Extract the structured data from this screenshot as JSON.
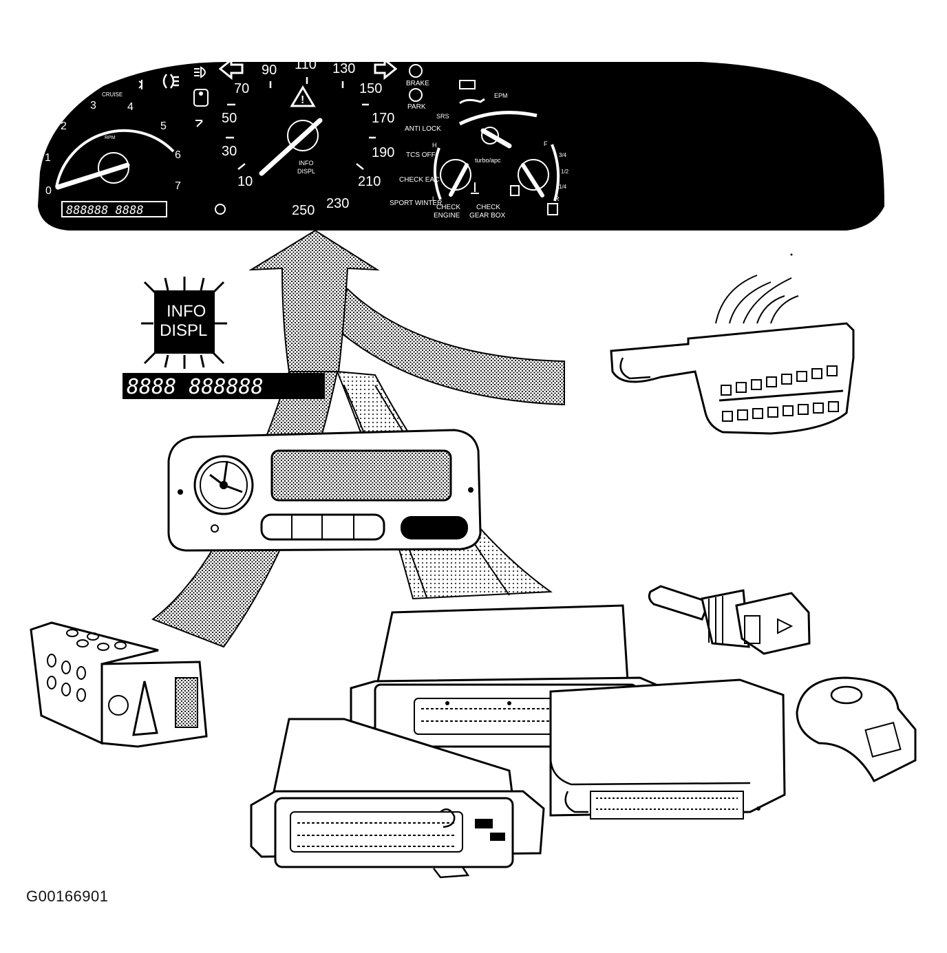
{
  "figure_id": "G00166901",
  "cluster": {
    "tach_ticks": [
      "0",
      "1",
      "2",
      "3",
      "4",
      "5",
      "6",
      "7"
    ],
    "tach_small_labels": [
      "CRUISE",
      "RPM"
    ],
    "speed_ticks": [
      "10",
      "30",
      "50",
      "70",
      "90",
      "110",
      "130",
      "150",
      "170",
      "190",
      "210",
      "230",
      "250"
    ],
    "odometer": "888888 8888",
    "center_label_1": "INFO",
    "center_label_2": "DISPL",
    "indicators": [
      "BRAKE",
      "PARK",
      "ANTI LOCK",
      "TCS OFF",
      "CHECK EAC",
      "SPORT WINTER"
    ],
    "right_small_labels": [
      "SRS",
      "EPM"
    ],
    "turbo_label": "turbo/apc",
    "check_engine_1": "CHECK",
    "check_engine_2": "ENGINE",
    "check_gearbox_1": "CHECK",
    "check_gearbox_2": "GEAR BOX",
    "temp_marks": [
      "H",
      "L"
    ],
    "fuel_marks": [
      "F",
      "3/4",
      "1/2",
      "1/4",
      "R"
    ]
  },
  "info_button": {
    "line1": "INFO",
    "line2": "DISPL"
  },
  "code_display": "8888 888888"
}
